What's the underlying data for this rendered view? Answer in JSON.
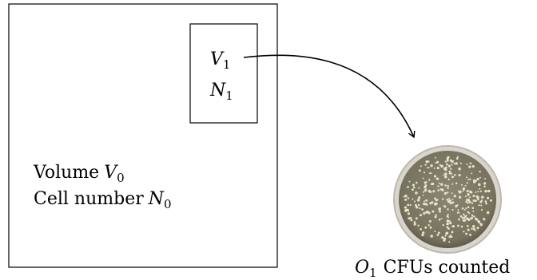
{
  "outer_box": {
    "volume_word": "Volume",
    "volume_var": "V",
    "volume_sub": "0",
    "cell_word": "Cell number",
    "cell_var": "N",
    "cell_sub": "0"
  },
  "sample_box": {
    "volume_var": "V",
    "volume_sub": "1",
    "cell_var": "N",
    "cell_sub": "1"
  },
  "plate": {
    "count_var": "O",
    "count_sub": "1",
    "caption": "CFUs counted"
  },
  "colors": {
    "plate_background": "#7d7a66",
    "plate_rim": "#cfcbc2",
    "colony": "#e7e3c8"
  }
}
